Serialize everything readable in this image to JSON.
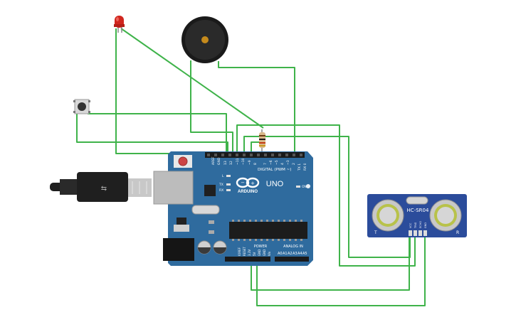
{
  "board": {
    "name": "UNO",
    "brand": "ARDUINO",
    "digital_label": "DIGITAL (PWM ~)",
    "power_label": "POWER",
    "analog_label": "ANALOG IN",
    "led_on": "ON",
    "led_l": "L",
    "led_tx": "TX",
    "led_rx": "RX",
    "aref": "AREF",
    "gnd": "GND",
    "digital_pins": [
      "13",
      "12",
      "~11",
      "~10",
      "~9",
      "8",
      "7",
      "~6",
      "~5",
      "4",
      "~3",
      "2",
      "TX 1",
      "RX 0"
    ],
    "power_pins": [
      "IOREF",
      "RESET",
      "3.3V",
      "5V",
      "GND",
      "GND",
      "Vin"
    ],
    "analog_pins": [
      "A0",
      "A1",
      "A2",
      "A3",
      "A4",
      "A5"
    ]
  },
  "sensor": {
    "label": "HC-SR04",
    "left_mark": "T",
    "right_mark": "R",
    "pins": [
      "VCC",
      "TRIG",
      "ECHO",
      "GND"
    ]
  },
  "colors": {
    "wire": "#3fb34a",
    "board": "#2f6b9e",
    "sensor": "#2b4c9b",
    "led": "#d0261e"
  }
}
